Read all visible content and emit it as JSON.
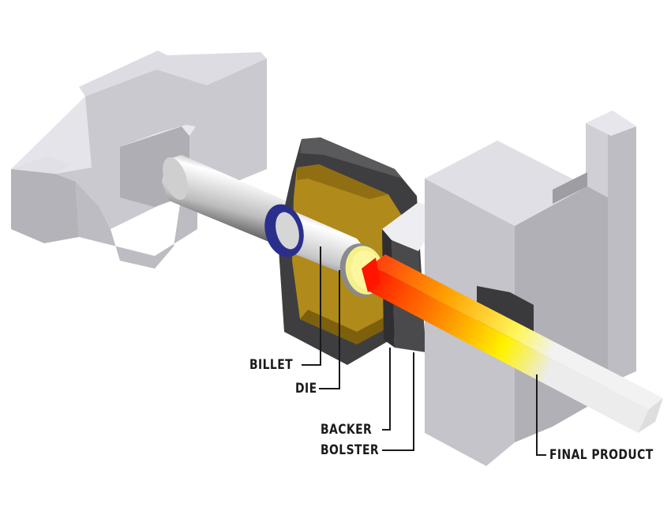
{
  "labels": {
    "billet": "BILLET",
    "die": "DIE",
    "backer": "BACKER",
    "bolster": "BOLSTER",
    "final_product": "FINAL PRODUCT"
  },
  "colors": {
    "steel_light": "#d3d3d8",
    "steel_mid": "#b7b7bd",
    "steel_dark": "#9a9aa0",
    "container_dark": "#3e3e40",
    "liner_gold": "#b08a1a",
    "seal_blue": "#2b2f8c",
    "die_yellow": "#f6f08a",
    "hot_red": "#ff1a00",
    "hot_yellow": "#ffee00",
    "cool_product": "#e6e6e6"
  }
}
